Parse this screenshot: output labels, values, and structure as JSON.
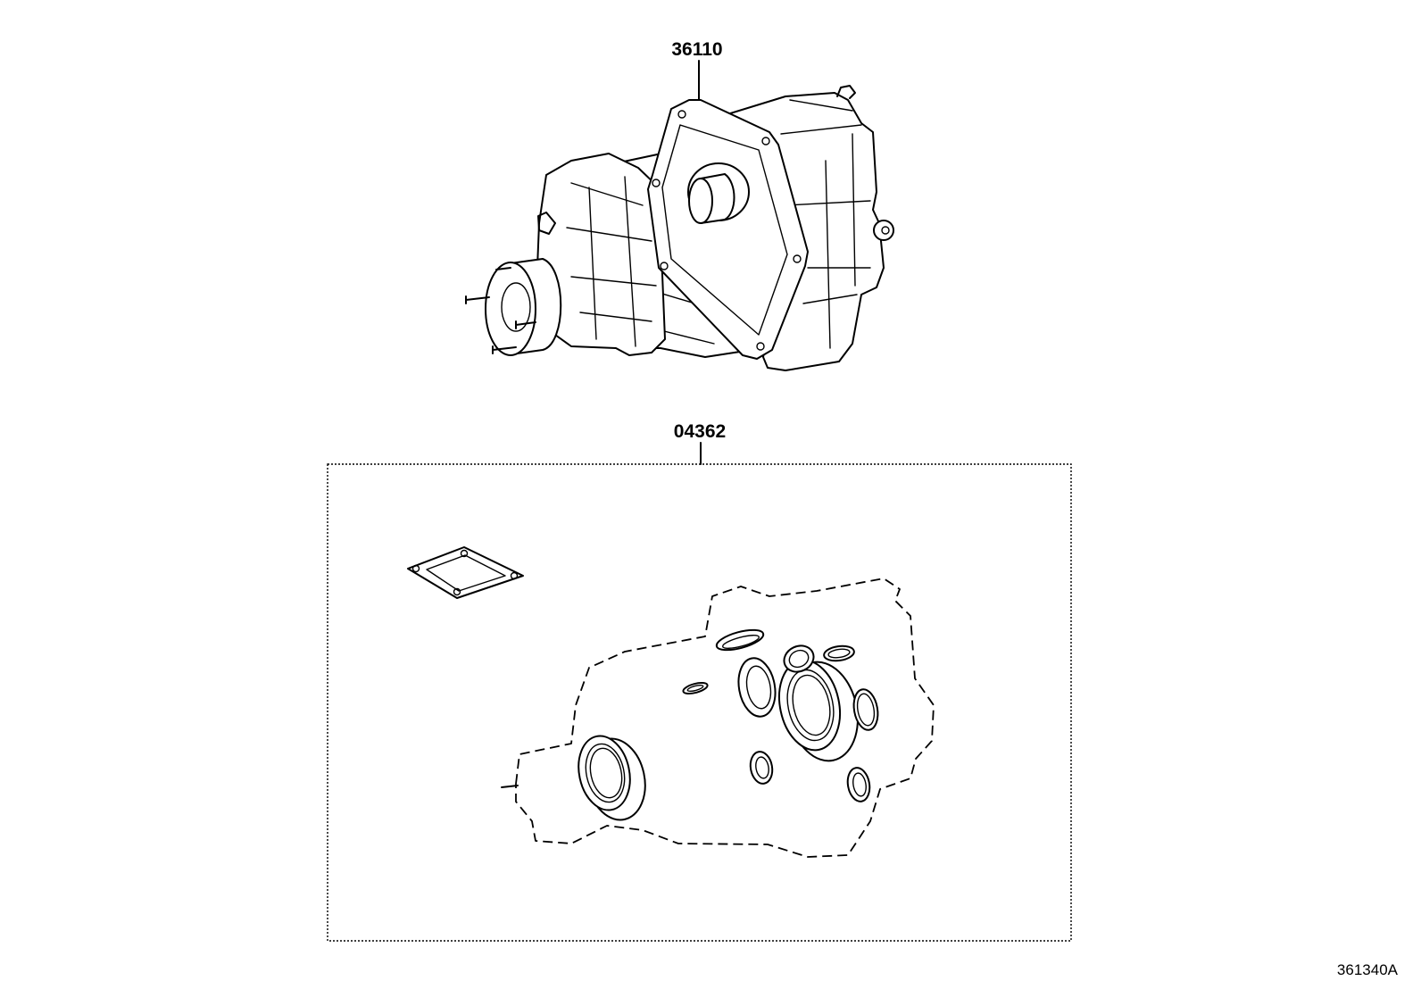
{
  "callouts": {
    "assembly": "36110",
    "gasket_kit": "04362"
  },
  "figure_code": "361340A",
  "colors": {
    "line": "#000000",
    "background": "#ffffff"
  }
}
